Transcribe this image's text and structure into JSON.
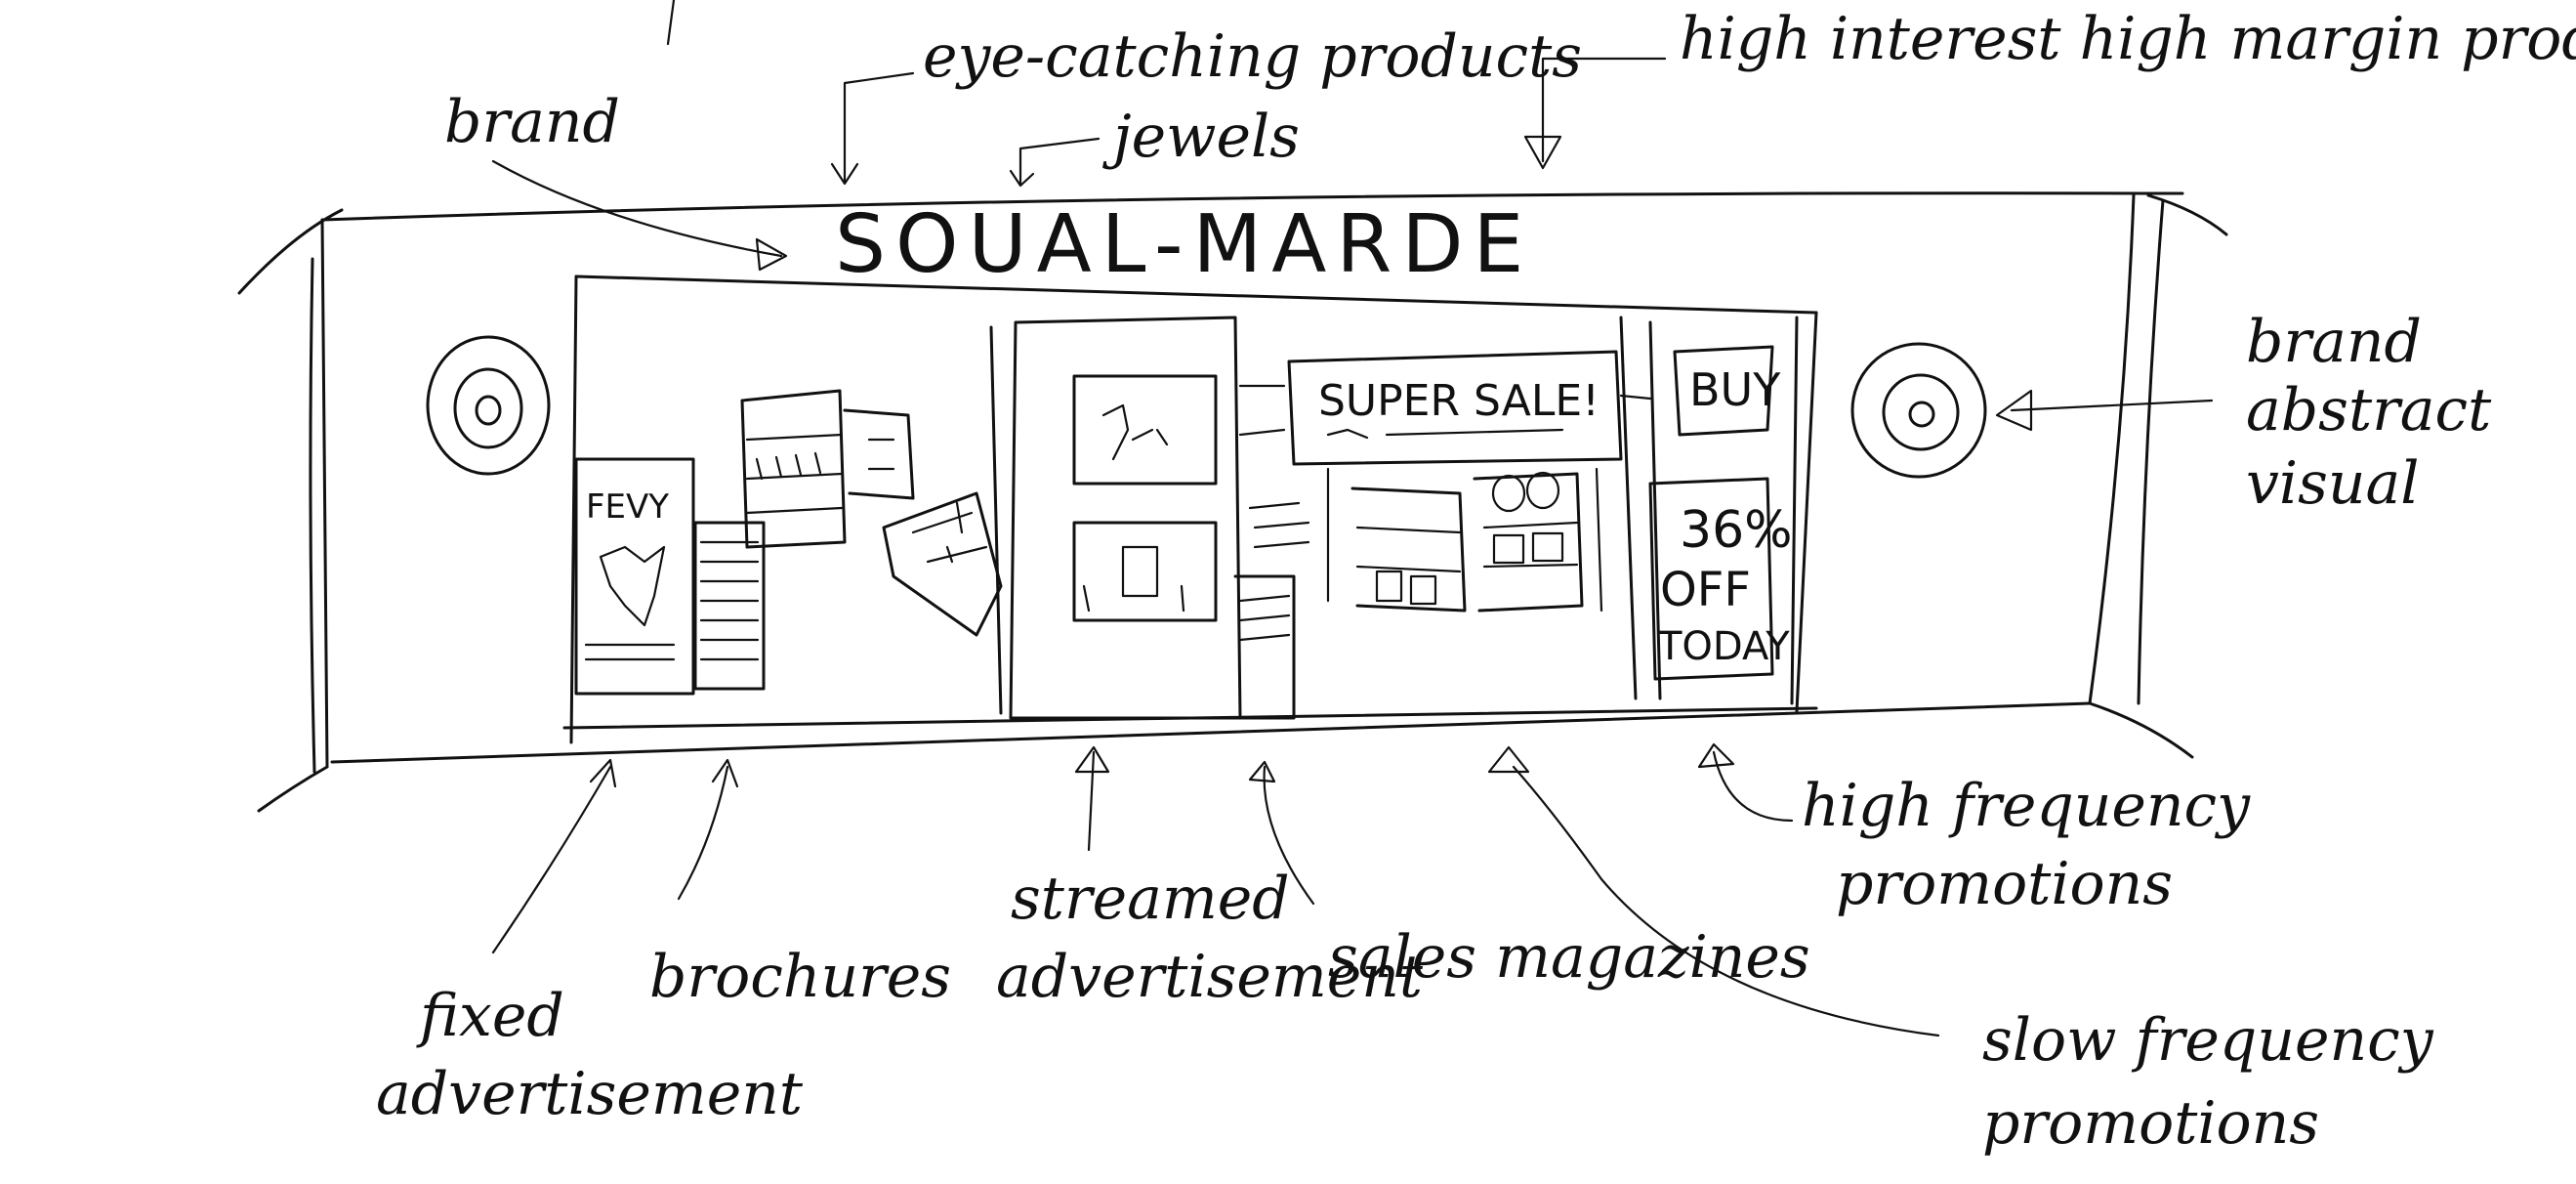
{
  "sign_text": "SOUAL-MARDE",
  "window_text": {
    "super_sale": "SUPER SALE!",
    "buy": "BUY",
    "discount_line1": "36%",
    "discount_line2": "OFF",
    "discount_line3": "TODAY",
    "poster_text": "FEVY"
  },
  "labels": {
    "brand": "brand",
    "eye_catching": "eye-catching products",
    "jewels": "jewels",
    "high_interest": "high interest high margin products",
    "brand_abstract_1": "brand",
    "brand_abstract_2": "abstract",
    "brand_abstract_3": "visual",
    "fixed_ad_1": "fixed",
    "fixed_ad_2": "advertisement",
    "brochures": "brochures",
    "streamed_ad_1": "streamed",
    "streamed_ad_2": "advertisement",
    "sales_magazines": "sales magazines",
    "high_freq_1": "high frequency",
    "high_freq_2": "promotions",
    "slow_freq_1": "slow frequency",
    "slow_freq_2": "promotions"
  }
}
